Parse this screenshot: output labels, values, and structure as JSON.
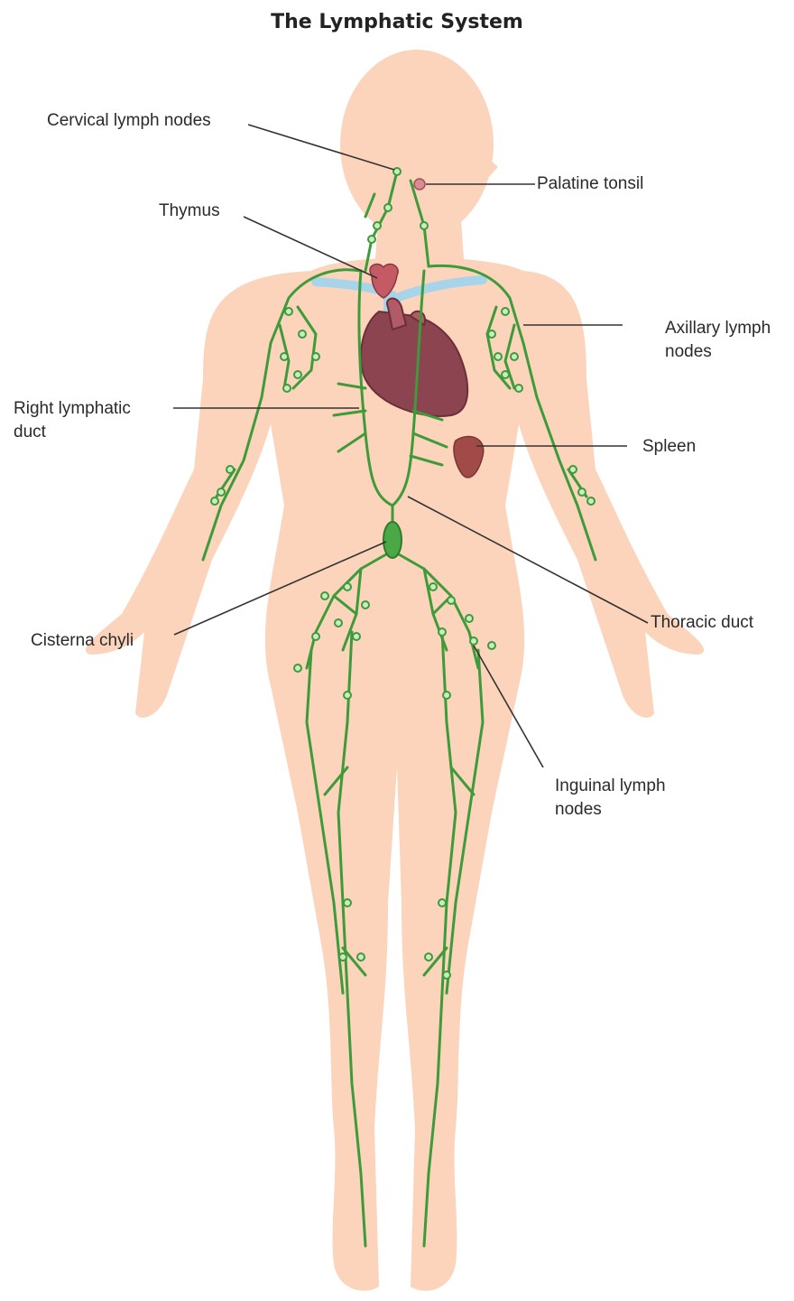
{
  "title": "The Lymphatic System",
  "labels": {
    "cervical": "Cervical lymph nodes",
    "palatine": "Palatine tonsil",
    "thymus": "Thymus",
    "axillary_1": "Axillary lymph",
    "axillary_2": "nodes",
    "right_duct_1": "Right lymphatic",
    "right_duct_2": "duct",
    "spleen": "Spleen",
    "thoracic": "Thoracic duct",
    "cisterna": "Cisterna chyli",
    "inguinal_1": "Inguinal lymph",
    "inguinal_2": "nodes"
  },
  "colors": {
    "skin": "#fbd4bb",
    "vessel": "#3e9b3a",
    "node_fill": "#c9ecc3",
    "heart": "#8c4450",
    "spleen": "#a14a48",
    "vein_blue": "#a8d4ea",
    "leader": "#333333"
  }
}
